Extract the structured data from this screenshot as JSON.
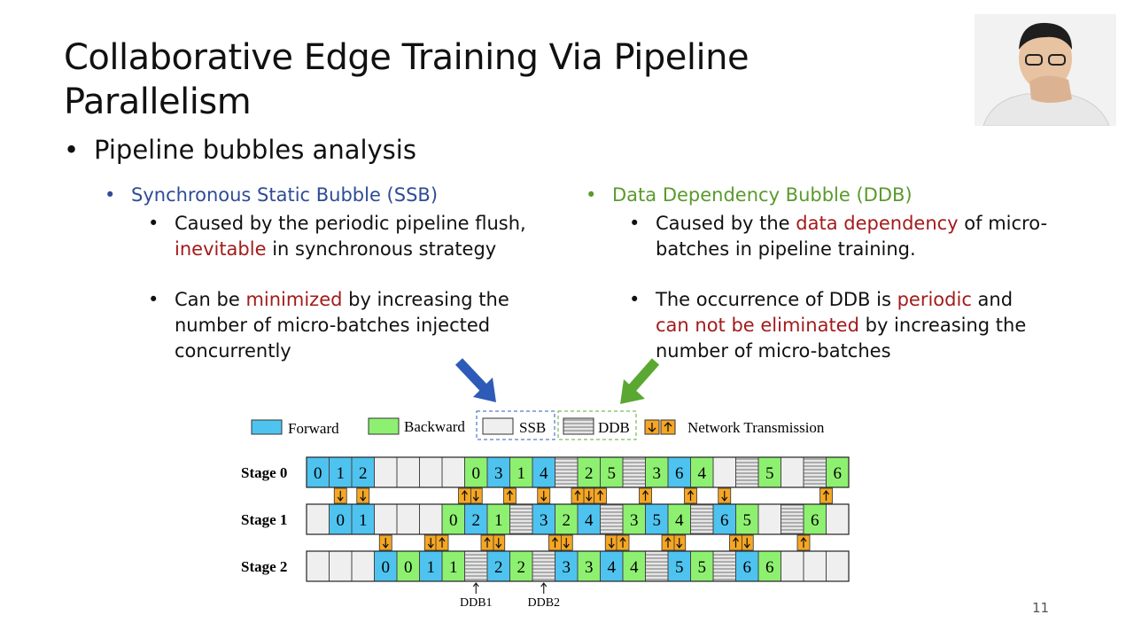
{
  "slide": {
    "title_line1": "Collaborative Edge Training Via Pipeline",
    "title_line2": "Parallelism",
    "bullet": "Pipeline bubbles analysis",
    "page_number": "11"
  },
  "left": {
    "heading": "Synchronous Static Bubble (SSB)",
    "item1": {
      "l1": "Caused by the periodic pipeline flush,",
      "l2_red": "inevitable",
      "l2_rest": " in synchronous strategy"
    },
    "item2": {
      "l1_pre": "Can be ",
      "l1_red": "minimized",
      "l1_post": " by increasing the",
      "l2": "number of micro-batches injected",
      "l3": "concurrently"
    }
  },
  "right": {
    "heading": "Data Dependency Bubble (DDB)",
    "item1": {
      "l1_pre": "Caused by the ",
      "l1_red": "data dependency",
      "l1_post": " of micro-",
      "l2": "batches in pipeline training."
    },
    "item2": {
      "l1_pre": "The occurrence of DDB is ",
      "l1_red": "periodic",
      "l1_post": " and",
      "l2_red": "can not be eliminated",
      "l2_post": " by increasing the",
      "l3": "number of micro-batches"
    }
  },
  "colors": {
    "forward": "#4fc3ef",
    "backward": "#8ef070",
    "idle": "#efefef",
    "transmission": "#f5a623",
    "blue_arrow": "#2e5bb8",
    "green_arrow": "#5aa832"
  },
  "legend": {
    "forward": "Forward",
    "backward": "Backward",
    "ssb": "SSB",
    "ddb": "DDB",
    "transmission": "Network Transmission"
  },
  "stages": [
    {
      "label": "Stage 0",
      "cells": [
        [
          "F",
          "0"
        ],
        [
          "F",
          "1"
        ],
        [
          "F",
          "2"
        ],
        [
          "I",
          ""
        ],
        [
          "I",
          ""
        ],
        [
          "I",
          ""
        ],
        [
          "I",
          ""
        ],
        [
          "B",
          "0"
        ],
        [
          "F",
          "3"
        ],
        [
          "B",
          "1"
        ],
        [
          "F",
          "4"
        ],
        [
          "D",
          ""
        ],
        [
          "B",
          "2"
        ],
        [
          "B",
          "5"
        ],
        [
          "D",
          ""
        ],
        [
          "B",
          "3"
        ],
        [
          "F",
          "6"
        ],
        [
          "B",
          "4"
        ],
        [
          "I",
          ""
        ],
        [
          "D",
          ""
        ],
        [
          "B",
          "5"
        ],
        [
          "I",
          ""
        ],
        [
          "D",
          ""
        ],
        [
          "B",
          "6"
        ]
      ]
    },
    {
      "label": "Stage 1",
      "cells": [
        [
          "I",
          ""
        ],
        [
          "F",
          "0"
        ],
        [
          "F",
          "1"
        ],
        [
          "I",
          ""
        ],
        [
          "I",
          ""
        ],
        [
          "I",
          ""
        ],
        [
          "B",
          "0"
        ],
        [
          "F",
          "2"
        ],
        [
          "B",
          "1"
        ],
        [
          "D",
          ""
        ],
        [
          "F",
          "3"
        ],
        [
          "B",
          "2"
        ],
        [
          "F",
          "4"
        ],
        [
          "D",
          ""
        ],
        [
          "B",
          "3"
        ],
        [
          "F",
          "5"
        ],
        [
          "B",
          "4"
        ],
        [
          "D",
          ""
        ],
        [
          "F",
          "6"
        ],
        [
          "B",
          "5"
        ],
        [
          "I",
          ""
        ],
        [
          "D",
          ""
        ],
        [
          "B",
          "6"
        ],
        [
          "I",
          ""
        ]
      ]
    },
    {
      "label": "Stage 2",
      "cells": [
        [
          "I",
          ""
        ],
        [
          "I",
          ""
        ],
        [
          "I",
          ""
        ],
        [
          "F",
          "0"
        ],
        [
          "B",
          "0"
        ],
        [
          "F",
          "1"
        ],
        [
          "B",
          "1"
        ],
        [
          "D",
          ""
        ],
        [
          "F",
          "2"
        ],
        [
          "B",
          "2"
        ],
        [
          "D",
          ""
        ],
        [
          "F",
          "3"
        ],
        [
          "B",
          "3"
        ],
        [
          "F",
          "4"
        ],
        [
          "B",
          "4"
        ],
        [
          "D",
          ""
        ],
        [
          "F",
          "5"
        ],
        [
          "B",
          "5"
        ],
        [
          "D",
          ""
        ],
        [
          "F",
          "6"
        ],
        [
          "B",
          "6"
        ],
        [
          "I",
          ""
        ],
        [
          "I",
          ""
        ],
        [
          "I",
          ""
        ]
      ]
    }
  ],
  "ddb_markers": [
    {
      "label": "DDB1",
      "cell": 7
    },
    {
      "label": "DDB2",
      "cell": 10
    }
  ]
}
